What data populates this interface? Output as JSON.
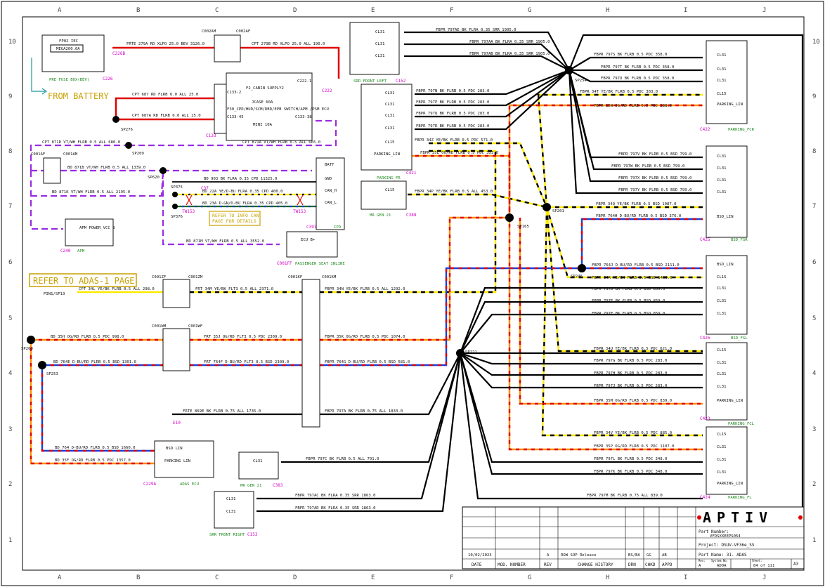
{
  "grid": {
    "columns": [
      "A",
      "B",
      "C",
      "D",
      "E",
      "F",
      "G",
      "H",
      "I",
      "J"
    ],
    "rows": [
      "10",
      "9",
      "8",
      "7",
      "6",
      "5",
      "4",
      "3",
      "2",
      "1"
    ]
  },
  "colors": {
    "red": "#e00000",
    "black": "#000000",
    "purple": "#9a2be2",
    "yellow": "#ffe800",
    "blue": "#1a3fd4",
    "orange": "#ff8c00",
    "teal": "#1a9a9a",
    "magenta": "#d400c8",
    "green": "#1e8a1e",
    "label_gold": "#c8a000"
  },
  "callouts": {
    "from_battery": "FROM BATTERY",
    "refer_adas": "REFER TO ADAS-1 PAGE",
    "refer_info": "REFER TO INFO CAN\nPAGE FOR DETAILS"
  },
  "components": [
    {
      "id": "fp02",
      "lines": [
        "FP02 IEC",
        "MEGA200.0A"
      ],
      "ref": "C226",
      "caption": "PRE FUSE BOX(BEV)"
    },
    {
      "id": "cabin",
      "lines": [
        "F2_CABIN SUPPLY2",
        "JCASE 60A",
        "F30_CPD/HUD/SCM/DBD/EPB SWITCH/APM /PSM ECU",
        "MINI 10A"
      ],
      "pins": [
        "C133-2",
        "C133-45",
        "C133-38",
        "C222-1"
      ],
      "ref": "C133"
    },
    {
      "id": "cpd",
      "lines": [
        "BATT",
        "GND",
        "CAN_H",
        "CAN_L"
      ],
      "ref": "C397",
      "caption": "CPD"
    },
    {
      "id": "apm",
      "lines": [
        "APM POWER_VCC 3"
      ],
      "ref": "C240",
      "caption": "APM"
    },
    {
      "id": "seat",
      "lines": [
        "ECU B+"
      ],
      "ref": "C001FF",
      "caption": "PASSENGER SEAT INLINE"
    },
    {
      "id": "srr_fl",
      "lines": [
        "CL31",
        "CL31",
        "CL31"
      ],
      "ref": "C152",
      "caption": "SRR FRONT LEFT"
    },
    {
      "id": "parking_fr",
      "lines": [
        "CL31",
        "CL31",
        "CL31",
        "CL31",
        "CL15",
        "PARKING_LIN"
      ],
      "ref": "C421",
      "caption": "PARKING_FR"
    },
    {
      "id": "mrgen_top",
      "lines": [
        "CL15"
      ],
      "ref": "C388",
      "caption": "MR GEN 21"
    },
    {
      "id": "parking_fcr",
      "lines": [
        "CL31",
        "CL31",
        "CL31",
        "CL15",
        "PARKING_LIN"
      ],
      "ref": "C422",
      "caption": "PARKING_FCR"
    },
    {
      "id": "bsd_fsr",
      "lines": [
        "CL31",
        "CL31",
        "CL31",
        "CL31",
        "BSD_LIN"
      ],
      "ref": "C425",
      "caption": "BSD_FSR"
    },
    {
      "id": "bsd_fsl",
      "lines": [
        "BSD_LIN",
        "CL15",
        "CL31",
        "CL31",
        "CL31"
      ],
      "ref": "C426",
      "caption": "BSD_FSL"
    },
    {
      "id": "parking_fcl",
      "lines": [
        "CL15",
        "CL31",
        "CL31",
        "CL31",
        "PARKING_LIN"
      ],
      "ref": "C423",
      "caption": "PARKING_FCL"
    },
    {
      "id": "parking_fl",
      "lines": [
        "CL15",
        "CL31",
        "CL31",
        "CL31",
        "PARKING_LIN"
      ],
      "ref": "C424",
      "caption": "PARKING_FL"
    },
    {
      "id": "adas_ecu",
      "lines": [
        "BSD LIN",
        "PARKING LIN"
      ],
      "ref": "C229A",
      "caption": "ADAS ECU"
    },
    {
      "id": "mrgen_bot",
      "lines": [
        "CL31"
      ],
      "ref": "C383",
      "caption": "MR GEN 21"
    },
    {
      "id": "srr_fr",
      "lines": [
        "CL31",
        "CL31"
      ],
      "ref": "C153",
      "caption": "SRR FRONT RIGHT"
    }
  ],
  "inlines": [
    "C002AM",
    "C002AF",
    "C001AF",
    "C001AM",
    "C001ZF",
    "C001ZM",
    "C001WM",
    "C001WF",
    "C001KF",
    "C001KM"
  ],
  "splices": [
    "SP276",
    "SP209",
    "SP620",
    "SP375",
    "SP376",
    "SP254",
    "SP201",
    "SP165",
    "SP246",
    "SP221",
    "SP260",
    "SP253"
  ],
  "misc_refs": [
    "C226B",
    "C222",
    "E10",
    "TW153",
    "TW153",
    "C37"
  ],
  "ground_label": "PIN1/SP13",
  "wires": [
    "FRTE 279A RD XLPO 25.0 BEV 3126.0",
    "CPT 279B RD XLPO 25.0 ALL 190.0",
    "CPT 687 RD FLRB 6.0 ALL 25.0",
    "CPT 687A RD FLRB 6.0 ALL 25.0",
    "CPT 871D VT/WH FLRB 0.5 ALL 680.0",
    "CPT 871A VT/WH FLRB 0.5 ALL 665.0",
    "BD 871B VT/WH FLRB 0.5 ALL 1339.0",
    "BD 871K VT/WH FLRB 0.5 ALL 2195.0",
    "BD 903 BK FLRA 0.35 CPD 11325.0",
    "BD 22A YE/D-BU FLRA 0.35 CPD 400.0",
    "BD 23A D-GN/D-BU FLRA 0.35 CPD 405.0",
    "BD 871M VT/WH FLRB 0.5 ALL 3552.0",
    "CPT 34L YE/BK FLRB 0.5 ALL 298.0",
    "FRT 34M YE/BK FLT3 0.5 ALL 2371.0",
    "FBPR 34N YE/BK FLRB 0.5 ALL 1292.0",
    "BD 35H OG/RD FLRB 0.5 PDC 998.0",
    "FRT 35J OG/RD FLT3 0.5 PDC 2309.0",
    "FBPR 35K OG/RD FLRB 0.5 PDC 1074.0",
    "BD 764E D-BU/RD FLRB 0.5 BSD 1301.0",
    "FRT 764F D-BU/RD FLT3 0.5 BSD 2309.0",
    "FBPR 764G D-BU/RD FLRB 0.5 BSD 581.0",
    "FRTE 869E BK FLRB 0.75 ALL 1735.0",
    "FBPR 797A BK FLRB 0.75 ALL 1833.0",
    "BD 764 D-BU/RD FLRB 0.5 BSD 1660.0",
    "BD 35F OG/RD FLRB 0.5 PDC 1357.0",
    "FBPR 797C BK FLRB 0.5 ALL 791.0",
    "FBPR 797AC BK FLRA 0.35 SRR 1863.0",
    "FBPR 797AD BK FLRA 0.35 SRR 1863.0",
    "FBPR 797AE BK FLRA 0.35 SRR 1905.0",
    "FBPR 797AA BK FLRA 0.35 SRR 1905.0",
    "FBPR 797AB BK FLRA 0.35 SRR 1905.0",
    "FBPR 797N BK FLRB 0.5 PDC 283.0",
    "FBPR 797P BK FLRB 0.5 PDC 283.0",
    "FBPR 797Q BK FLRB 0.5 PDC 283.0",
    "FBPR 797R BK FLRB 0.5 PDC 283.0",
    "FBPR 34Z YE/BK FLRB 0.5 PDC 571.0",
    "FBPR 35L OG/RD FLRB 0.5 PDC 353.0",
    "FBPR 34P YE/BK FLRB 0.5 ALL 453.0",
    "FBPR 797S BK FLRB 0.5 PDC 358.0",
    "FBPR 797T BK FLRB 0.5 PDC 358.0",
    "FBPR 797U BK FLRB 0.5 PDC 358.0",
    "FBPR 34T YE/BK FLRB 0.5 PDC 303.0",
    "FBPR 35N OG/RD FLRB 0.5 PDC 288.0",
    "FBPR 797V BK FLRB 0.5 BSD 799.0",
    "FBPR 797W BK FLRB 0.5 BSD 799.0",
    "FBPR 797X BK FLRB 0.5 BSD 799.0",
    "FBPR 797Y BK FLRB 0.5 BSD 799.0",
    "FBPR 34Q YE/BK FLRB 0.5 BSD 1087.0",
    "FBPR 764H D-BU/RD FLRB 0.5 BSD 376.0",
    "FBPR 764J D-BU/RD FLRB 0.5 BSD 2111.0",
    "FBPR 34R YE/BK FLRB 0.5 BSD 1400.0",
    "FBPR 797D BK FLRB 0.5 BSD 859.0",
    "FBPR 797E BK FLRB 0.5 BSD 859.0",
    "FBPR 797F BK FLRB 0.5 BSD 859.0",
    "FBPR 34U YE/BK FLRB 0.5 PDC 621.0",
    "FBPR 797G BK FLRB 0.5 PDC 283.0",
    "FBPR 797H BK FLRB 0.5 PDC 283.0",
    "FBPR 797J BK FLRB 0.5 PDC 283.0",
    "FBPR 35M OG/RD FLRB 0.5 PDC 839.0",
    "FBPR 34V YE/BK FLRB 0.5 PDC 885.0",
    "FBPR 35P OG/RD FLRB 0.5 PDC 1107.0",
    "FBPR 797L BK FLRB 0.5 PDC 348.0",
    "FBPR 797K BK FLRB 0.5 PDC 348.0",
    "FBPR 797M BK FLRB 0.75 ALL 839.0"
  ],
  "title_block": {
    "logo": "APTIV",
    "part_number_label": "Part Number:",
    "part_number": "VFDSXXEEPS054",
    "project": "Project: DSUV-VF36e_SS",
    "part_name": "Part Name:  31. ADAS",
    "rev_label": "Rev:",
    "rev": "A",
    "system_label": "System No.",
    "system_no": "AD0A",
    "sheet_label": "Sheet:",
    "sheet": "84 of 111",
    "size": "A3",
    "history": {
      "date": "10/02/2023",
      "rev": "A",
      "change": "ROW SOP Release",
      "drn": "BS/BA",
      "chkd": "GG",
      "appd": "AB"
    },
    "headers": [
      "DATE",
      "MOD. NUMBER",
      "REV",
      "CHANGE HISTORY",
      "DRN",
      "CHKD",
      "APPD"
    ]
  }
}
